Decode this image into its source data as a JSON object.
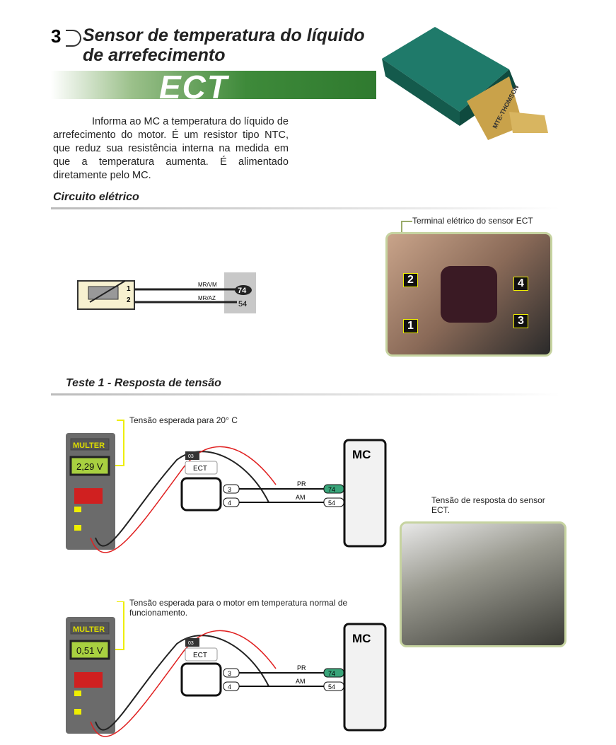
{
  "header": {
    "number": "3",
    "title_line1": "Sensor de temperatura do líquido",
    "title_line2": "de arrefecimento",
    "acronym": "ECT",
    "sensor_brand": "MTE-THOMSON"
  },
  "description": "Informa ao MC a temperatura do líquido de arrefecimento do motor. É um resistor tipo NTC, que reduz sua resistência interna na medida em que a temperatura aumenta. É alimentado diretamente pelo MC.",
  "circuit": {
    "heading": "Circuito elétrico",
    "pin1": "1",
    "pin2": "2",
    "wire1": "MR/VM",
    "wire2": "MR/AZ",
    "term1": "74",
    "term2": "54"
  },
  "terminal_photo": {
    "caption": "Terminal elétrico do sensor ECT",
    "labels": [
      "2",
      "4",
      "1",
      "3"
    ]
  },
  "test1": {
    "heading": "Teste 1 - Resposta de tensão",
    "diagram1": {
      "caption": "Tensão esperada para 20° C",
      "meter_brand": "MULTER",
      "reading": "2,29 V",
      "connector": "03",
      "sensor": "ECT",
      "pin_a": "3",
      "pin_b": "4",
      "wire_a": "PR",
      "wire_b": "AM",
      "term_a": "74",
      "term_b": "54",
      "module": "MC"
    },
    "diagram2": {
      "caption": "Tensão esperada para o motor em temperatura normal de funcionamento.",
      "meter_brand": "MULTER",
      "reading": "0,51 V",
      "connector": "03",
      "sensor": "ECT",
      "pin_a": "3",
      "pin_b": "4",
      "wire_a": "PR",
      "wire_b": "AM",
      "term_a": "74",
      "term_b": "54",
      "module": "MC"
    },
    "photo_caption": "Tensão de resposta do sensor ECT."
  }
}
